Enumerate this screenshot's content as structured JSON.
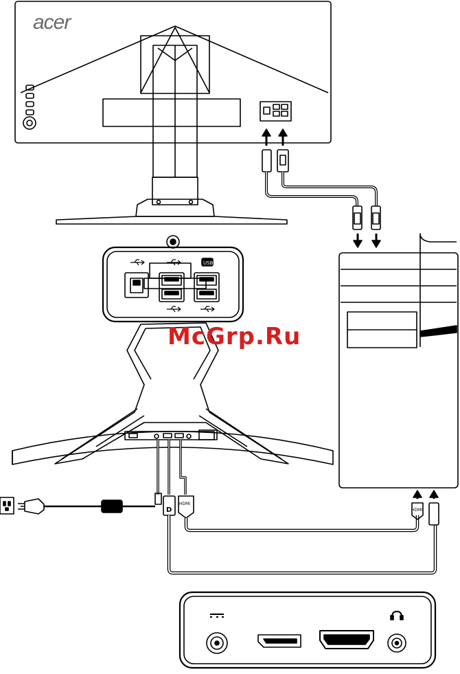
{
  "brand": {
    "logo_text": "acer"
  },
  "watermark": {
    "text": "McGrp.Ru"
  },
  "labels": {
    "usb_upstream": "USB",
    "hdmi": "HDMI",
    "dp": "D"
  }
}
